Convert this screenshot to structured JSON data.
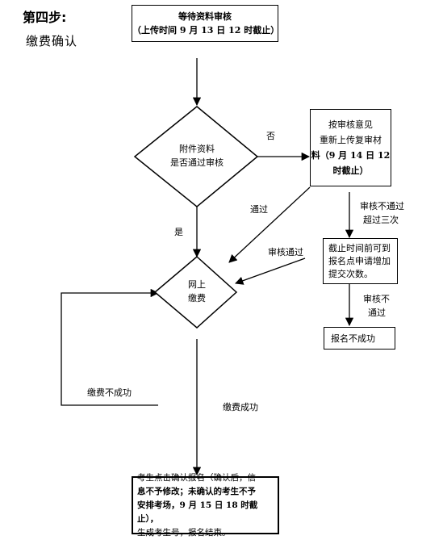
{
  "header": {
    "step": "第四步:",
    "subtitle": "缴费确认"
  },
  "nodes": {
    "start": {
      "line1": "等待资料审核",
      "line2": "（上传时间 9 月 13 日 12 时截止）"
    },
    "review": {
      "line1": "附件资料",
      "line2": "是否通过审核"
    },
    "reupload": {
      "line1": "按审核意见",
      "line2": "重新上传复审材",
      "line3": "料（9 月 14 日 12",
      "line4": "时截止）"
    },
    "apply_more": {
      "line1": "截止时间前可到",
      "line2": "报名点申请增加",
      "line3": "提交次数。"
    },
    "fail": {
      "label": "报名不成功"
    },
    "pay": {
      "line1": "网上",
      "line2": "缴费"
    },
    "final": {
      "line1": "考生点击确认报名（确认后，信",
      "line2": "息不予修改；未确认的考生不予",
      "line3": "安排考场，9 月 15 日 18 时截止），",
      "line4": "生成考生号，报名结束。"
    }
  },
  "edges": {
    "no": "否",
    "yes": "是",
    "pass1": "通过",
    "pass2": "审核通过",
    "fail_three_1": "审核不通过",
    "fail_three_2": "超过三次",
    "fail_again_1": "审核不",
    "fail_again_2": "通过",
    "pay_fail": "缴费不成功",
    "pay_success": "缴费成功"
  }
}
